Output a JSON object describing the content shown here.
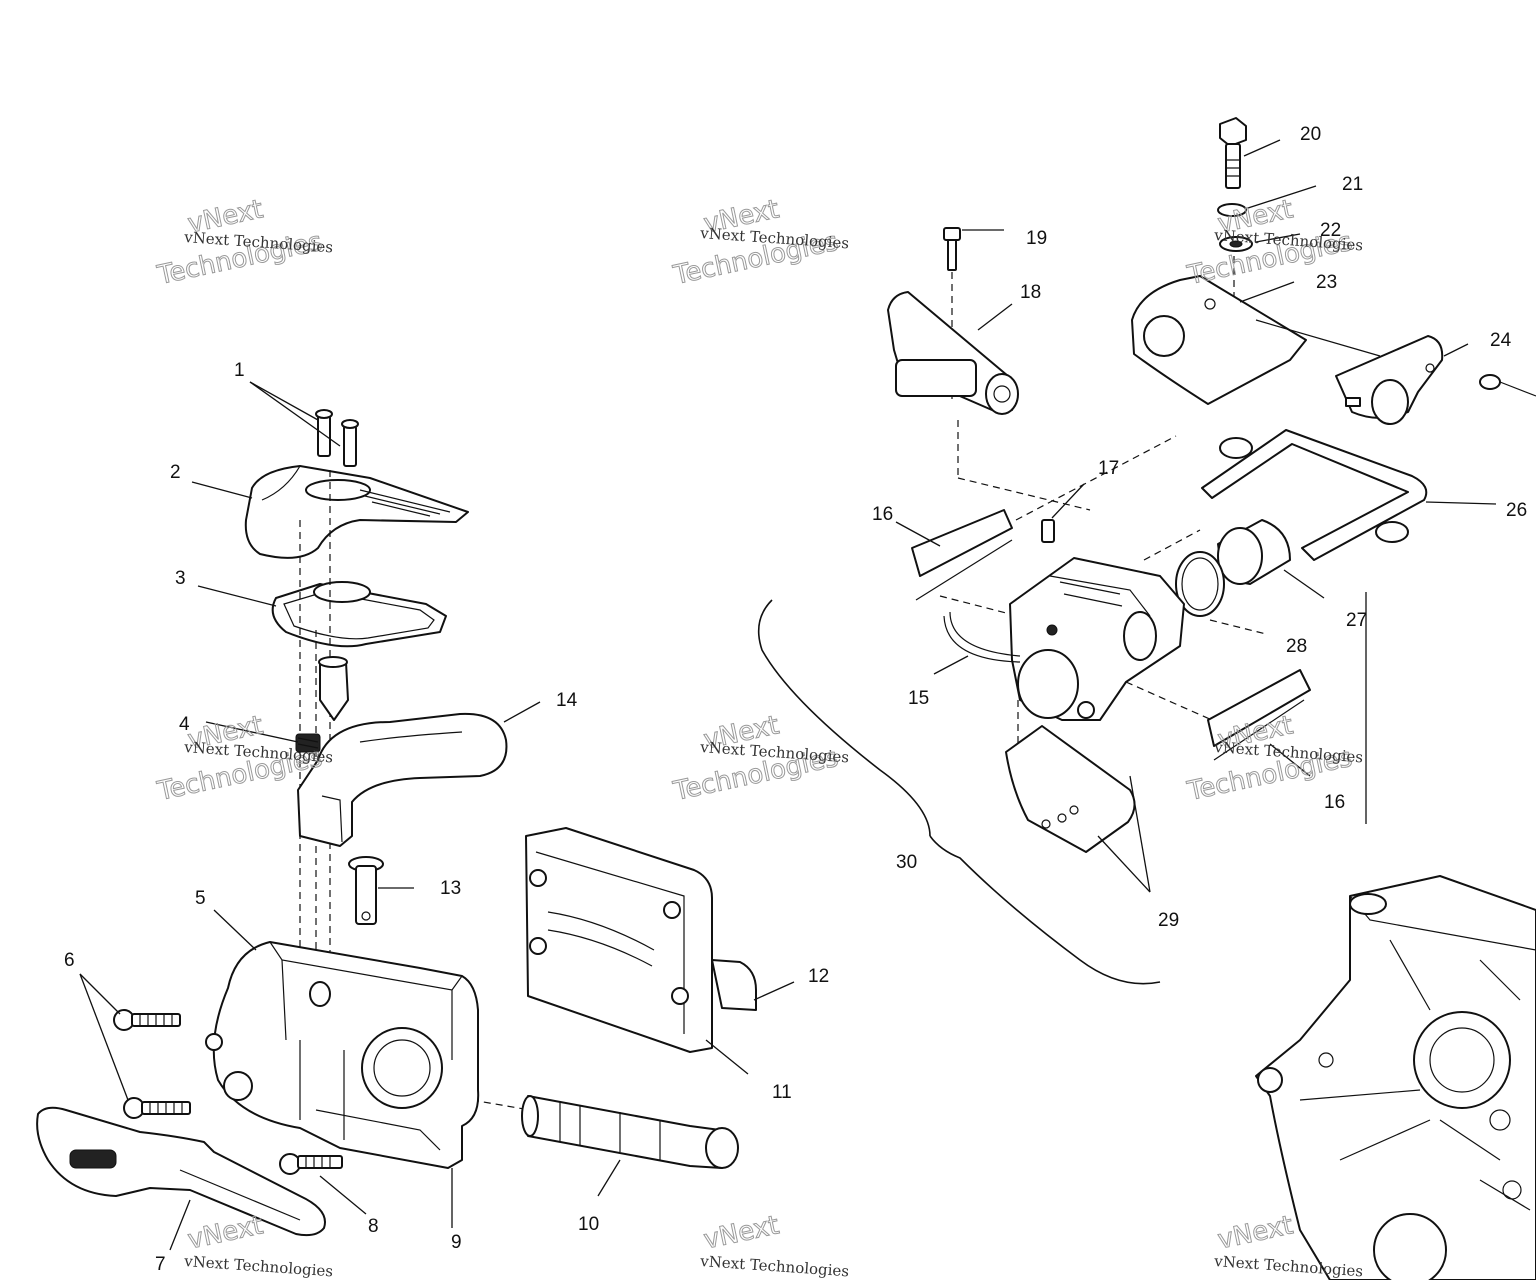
{
  "callouts": [
    {
      "id": "1",
      "text": "1"
    },
    {
      "id": "2",
      "text": "2"
    },
    {
      "id": "3",
      "text": "3"
    },
    {
      "id": "4",
      "text": "4"
    },
    {
      "id": "5",
      "text": "5"
    },
    {
      "id": "6",
      "text": "6"
    },
    {
      "id": "7",
      "text": "7"
    },
    {
      "id": "8",
      "text": "8"
    },
    {
      "id": "9",
      "text": "9"
    },
    {
      "id": "10",
      "text": "10"
    },
    {
      "id": "11",
      "text": "11"
    },
    {
      "id": "12",
      "text": "12"
    },
    {
      "id": "13",
      "text": "13"
    },
    {
      "id": "14",
      "text": "14"
    },
    {
      "id": "15",
      "text": "15"
    },
    {
      "id": "16a",
      "text": "16"
    },
    {
      "id": "16b",
      "text": "16"
    },
    {
      "id": "17",
      "text": "17"
    },
    {
      "id": "18",
      "text": "18"
    },
    {
      "id": "19",
      "text": "19"
    },
    {
      "id": "20",
      "text": "20"
    },
    {
      "id": "21",
      "text": "21"
    },
    {
      "id": "22",
      "text": "22"
    },
    {
      "id": "23",
      "text": "23"
    },
    {
      "id": "24",
      "text": "24"
    },
    {
      "id": "26",
      "text": "26"
    },
    {
      "id": "27",
      "text": "27"
    },
    {
      "id": "28",
      "text": "28"
    },
    {
      "id": "29",
      "text": "29"
    },
    {
      "id": "30",
      "text": "30"
    }
  ],
  "watermark": {
    "line_small": "vNext Technologies",
    "line_big_1": "vNext",
    "line_big_2": "Technologies"
  },
  "colors": {
    "ink": "#111111",
    "background": "#ffffff",
    "watermark": "#9a9a9a"
  }
}
